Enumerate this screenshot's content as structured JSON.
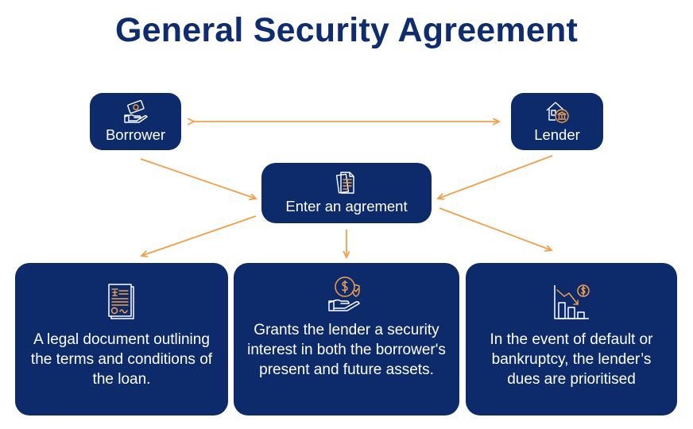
{
  "title": "General Security Agreement",
  "colors": {
    "title": "#0f2d6e",
    "box": "#0d2b6b",
    "arrow": "#f0a04b",
    "icon_accent": "#f0a04b",
    "text": "#ffffff"
  },
  "nodes": {
    "borrower": {
      "label": "Borrower",
      "icon": "money-hand-icon"
    },
    "lender": {
      "label": "Lender",
      "icon": "bank-house-icon"
    },
    "agreement": {
      "label": "Enter an agrement",
      "icon": "documents-icon"
    }
  },
  "cards": [
    {
      "icon": "legal-document-icon",
      "text": "A legal document outlining the terms and conditions of the loan."
    },
    {
      "icon": "dollar-shield-hand-icon",
      "text": "Grants the lender a security interest in both the borrower's present and future assets."
    },
    {
      "icon": "declining-chart-icon",
      "text": "In the event of default or bankruptcy, the lender’s dues are prioritised"
    }
  ]
}
